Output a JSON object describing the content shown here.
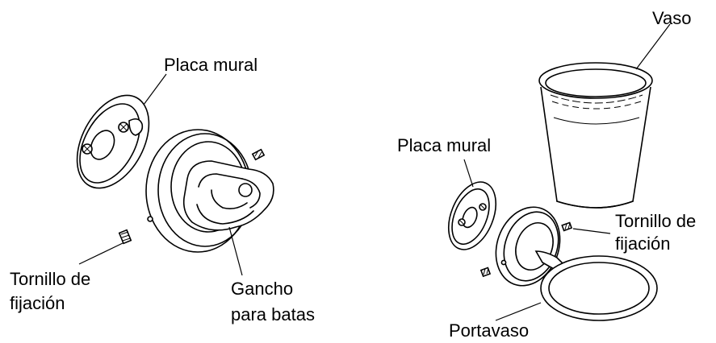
{
  "left": {
    "wall_plate_label": "Placa mural",
    "set_screw_label_line1": "Tornillo de",
    "set_screw_label_line2": "fijación",
    "robe_hook_label_line1": "Gancho",
    "robe_hook_label_line2": "para batas"
  },
  "right": {
    "cup_label": "Vaso",
    "wall_plate_label": "Placa mural",
    "set_screw_label_line1": "Tornillo de",
    "set_screw_label_line2": "fijación",
    "cup_holder_label": "Portavaso"
  }
}
